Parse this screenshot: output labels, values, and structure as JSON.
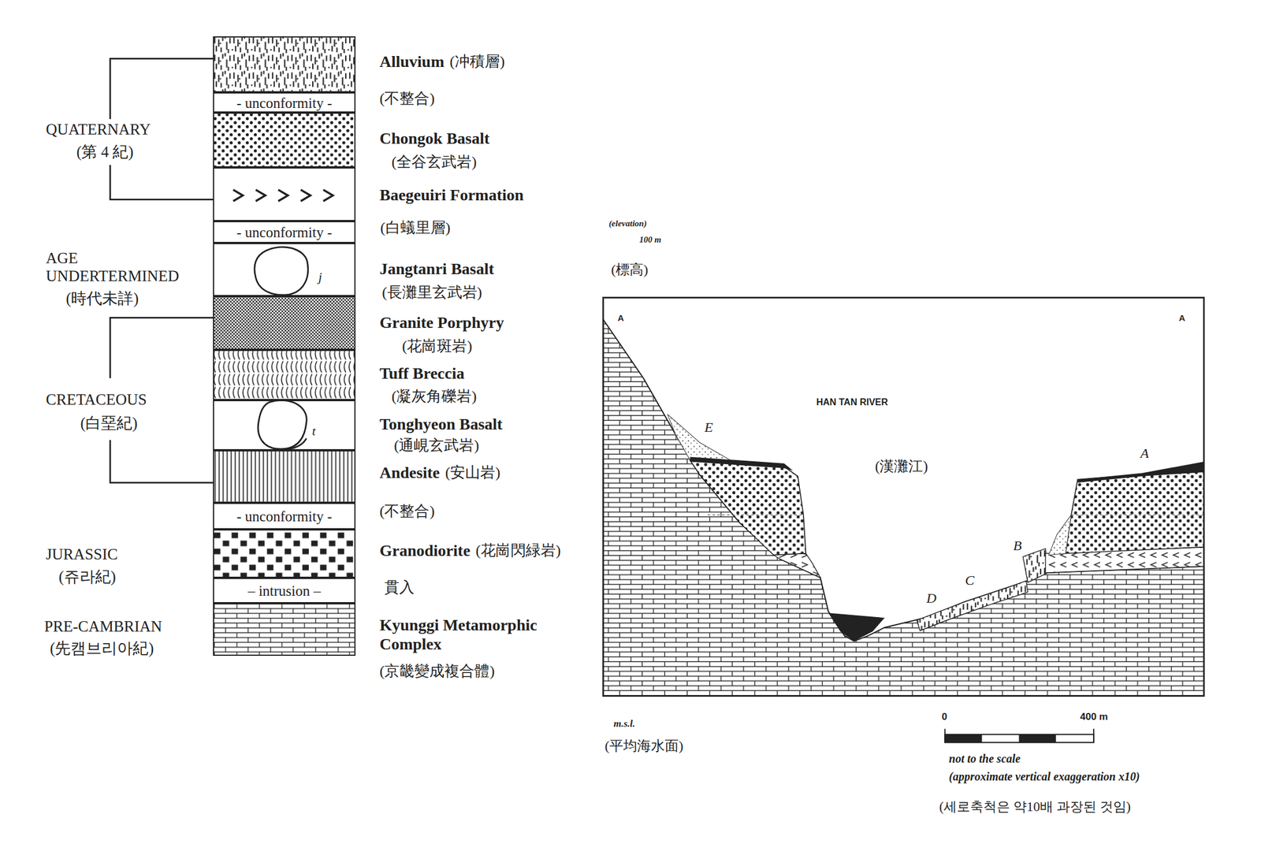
{
  "diagram": {
    "nodes": [
      {
        "text": [
          "Alluvium",
          "(冲積層)"
        ]
      },
      {
        "text": [
          "- unconformity -",
          "(不整合)"
        ]
      },
      {
        "text": [
          "Chongok Basalt",
          "(全谷玄武岩)"
        ]
      },
      {
        "text": [
          "Baegeuiri Formation",
          "(白蟻里層)"
        ]
      },
      {
        "text": [
          "- unconformity -"
        ]
      },
      {
        "text": [
          "Jangtanri Basalt",
          "(長灘里玄武岩)"
        ]
      },
      {
        "text": [
          "Granite Porphyry",
          "(花崗斑岩)"
        ]
      },
      {
        "text": [
          "Tuff Breccia",
          "(凝灰角礫岩)"
        ]
      },
      {
        "text": [
          "Tonghyeon Basalt",
          "(通峴玄武岩)"
        ]
      },
      {
        "text": [
          "Andesite",
          "(安山岩)"
        ]
      },
      {
        "text": [
          "- unconformity -",
          "(不整合)"
        ]
      },
      {
        "text": [
          "Granodiorite",
          "(花崗閃緑岩)"
        ]
      },
      {
        "text": [
          "– intrusion –",
          "貫入"
        ]
      },
      {
        "text": [
          "Kyunggi Metamorphic Complex",
          "(京畿變成複合體)"
        ]
      }
    ],
    "labels": [
      "QUATERNARY",
      "(第 4 紀)",
      "AGE UNDERTERMINED",
      "(時代未詳)",
      "CRETACEOUS",
      "(白堊紀)",
      "JURASSIC",
      "(쥬라紀)",
      "PRE-CAMBRIAN",
      "(先캠브리아紀)",
      "j",
      "t",
      "(elevation)",
      "100 m",
      "(標高)",
      "A",
      "A",
      "HAN TAN RIVER",
      "(漢灘江)",
      "E",
      "A",
      "B",
      "C",
      "D",
      "m.s.l.",
      "(平均海水面)",
      "0",
      "400 m",
      "not to the scale",
      "(approximate vertical exaggeration x10)",
      "(세로축척은 약10배 과장된 것임)"
    ]
  }
}
